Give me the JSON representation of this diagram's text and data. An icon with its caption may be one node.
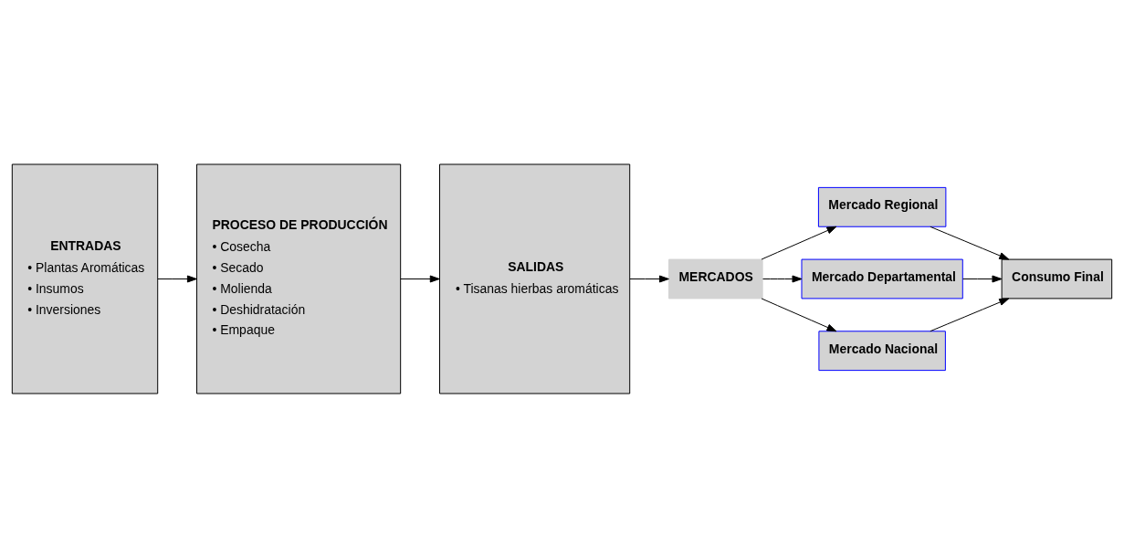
{
  "diagram": {
    "nodes": [
      {
        "text": [
          "ENTRADAS",
          "• Plantas Aromáticas",
          "• Insumos",
          "• Inversiones"
        ]
      },
      {
        "text": [
          "PROCESO DE PRODUCCIÓN",
          "• Cosecha",
          "• Secado",
          "• Molienda",
          "• Deshidratación",
          "• Empaque"
        ]
      },
      {
        "text": [
          "SALIDAS",
          "• Tisanas hierbas aromáticas"
        ]
      },
      {
        "text": [
          "MERCADOS"
        ]
      },
      {
        "text": [
          "Mercado Regional"
        ]
      },
      {
        "text": [
          "Mercado Departamental"
        ]
      },
      {
        "text": [
          "Mercado Nacional"
        ]
      },
      {
        "text": [
          "Consumo Final"
        ]
      }
    ],
    "edges": [
      {
        "from": 0,
        "to": 1,
        "arrow": "to"
      },
      {
        "from": 1,
        "to": 2,
        "arrow": "to"
      },
      {
        "from": 2,
        "to": 3,
        "arrow": "to"
      },
      {
        "from": 3,
        "to": 4,
        "arrow": "to"
      },
      {
        "from": 3,
        "to": 5,
        "arrow": "to"
      },
      {
        "from": 3,
        "to": 6,
        "arrow": "to"
      },
      {
        "from": 4,
        "to": 7,
        "arrow": "to"
      },
      {
        "from": 5,
        "to": 7,
        "arrow": "to"
      },
      {
        "from": 6,
        "to": 7,
        "arrow": "to"
      }
    ]
  }
}
